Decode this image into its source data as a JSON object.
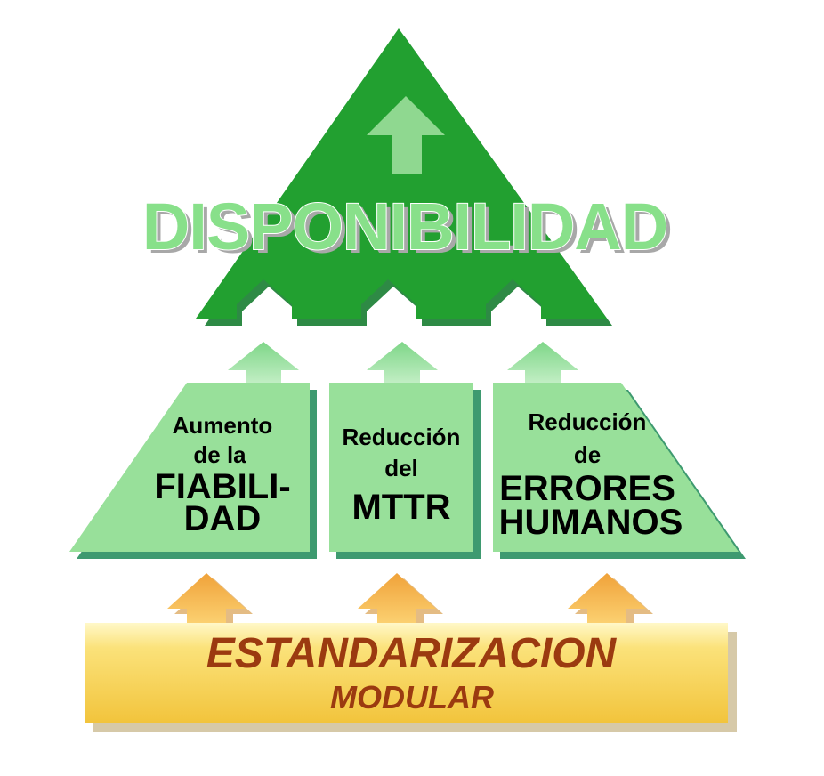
{
  "top": {
    "title": "DISPONIBILIDAD"
  },
  "pillars": [
    {
      "line1": "Aumento",
      "line2": "de la",
      "line3": "FIABILI-",
      "line4": "DAD"
    },
    {
      "line1": "Reducción",
      "line2": "del",
      "line3": "MTTR"
    },
    {
      "line1": "Reducción",
      "line2": "de",
      "line3": "ERRORES",
      "line4": "HUMANOS"
    }
  ],
  "base": {
    "line1": "ESTANDARIZACION",
    "line2": "MODULAR"
  },
  "colors": {
    "triangle_green": "#22a030",
    "triangle_shadow": "#2e8a45",
    "pillar_green": "#98e09a",
    "pillar_shadow": "#3e9a70",
    "arrow_light_green": "#98e09a",
    "arrow_orange": "#f5b84a",
    "base_yellow": "#fbe070",
    "base_text": "#9b3a10"
  }
}
